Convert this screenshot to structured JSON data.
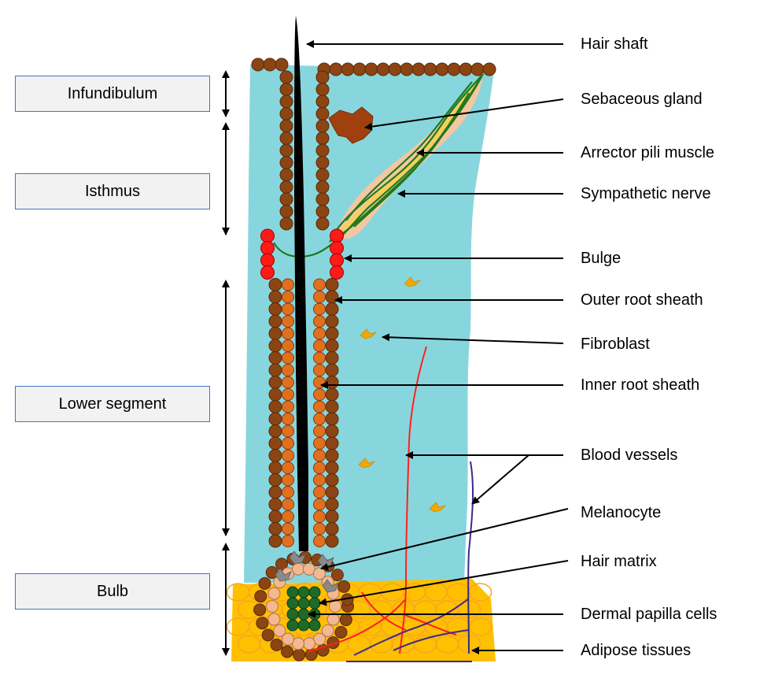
{
  "regions": [
    {
      "label": "Infundibulum"
    },
    {
      "label": "Isthmus"
    },
    {
      "label": "Lower segment"
    },
    {
      "label": "Bulb"
    }
  ],
  "callouts": [
    {
      "label": "Hair shaft"
    },
    {
      "label": "Sebaceous gland"
    },
    {
      "label": "Arrector pili muscle"
    },
    {
      "label": "Sympathetic nerve"
    },
    {
      "label": "Bulge"
    },
    {
      "label": "Outer root sheath"
    },
    {
      "label": "Fibroblast"
    },
    {
      "label": "Inner root sheath"
    },
    {
      "label": "Blood vessels"
    },
    {
      "label": "Melanocyte"
    },
    {
      "label": "Hair matrix"
    },
    {
      "label": "Dermal papilla cells"
    },
    {
      "label": "Adipose tissues"
    }
  ],
  "colors": {
    "dermis": "#88d6dd",
    "adipose": "#ffc000",
    "adipose_outline": "#f5a623",
    "outer_root_sheath": "#8b4513",
    "inner_root_sheath": "#e07020",
    "bulge": "#ff1a1a",
    "hair_shaft": "#000000",
    "muscle": "#f4c7a0",
    "nerve": "#1f7a1f",
    "blood_vessel_red": "#ff2020",
    "blood_vessel_purple": "#3b2a8c",
    "dermal_papilla": "#1e6b28",
    "matrix_cells": "#f4b891",
    "melanocyte": "#8a8a8a",
    "fibroblast": "#f0a800",
    "sebaceous_gland": "#a0400f",
    "region_box_fill": "#f2f2f2",
    "region_box_border": "#4472c4"
  }
}
